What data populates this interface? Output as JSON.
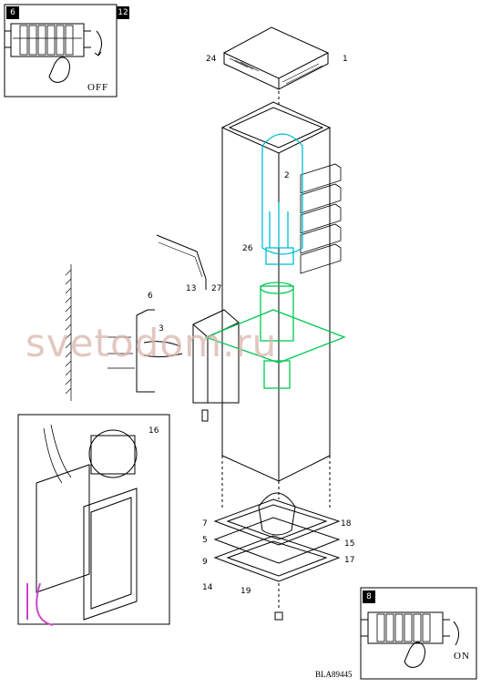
{
  "watermark": "svetodom.ru",
  "inset_off": {
    "step_marker": "6",
    "step_marker_alt": "12",
    "state": "OFF"
  },
  "inset_on": {
    "step_marker": "8",
    "state": "ON"
  },
  "callouts": [
    "24",
    "1",
    "2",
    "26",
    "13",
    "27",
    "6",
    "3",
    "16",
    "18",
    "7",
    "19",
    "5",
    "15",
    "17",
    "9",
    "14"
  ],
  "drawing_code": "BLA89445",
  "colors": {
    "line": "#000000",
    "bulb": "#00bcd4",
    "socket": "#00c853",
    "watermark": "#d9b5ad",
    "cable": "#cc44cc"
  }
}
